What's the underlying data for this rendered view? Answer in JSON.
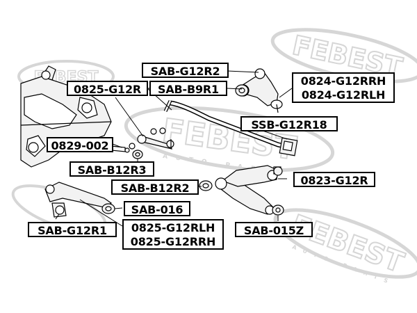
{
  "watermark": {
    "brand": "FEBEST",
    "tagline": "AUTO PARTS"
  },
  "labels": {
    "sab_g12r2": "SAB-G12R2",
    "sab_b9r1": "SAB-B9R1",
    "p0825_g12r": "0825-G12R",
    "p0824_g12rrh": "0824-G12RRH",
    "p0824_g12rlh": "0824-G12RLH",
    "ssb_g12r18": "SSB-G12R18",
    "p0829_002": "0829-002",
    "sab_b12r3": "SAB-B12R3",
    "p0823_g12r": "0823-G12R",
    "sab_b12r2": "SAB-B12R2",
    "sab_016": "SAB-016",
    "sab_g12r1": "SAB-G12R1",
    "p0825_g12rlh": "0825-G12RLH",
    "p0825_g12rrh": "0825-G12RRH",
    "sab_015z": "SAB-015Z"
  },
  "colors": {
    "line": "#000000",
    "watermark": "#d4d4d4",
    "part_fill": "#f2f2f2"
  }
}
